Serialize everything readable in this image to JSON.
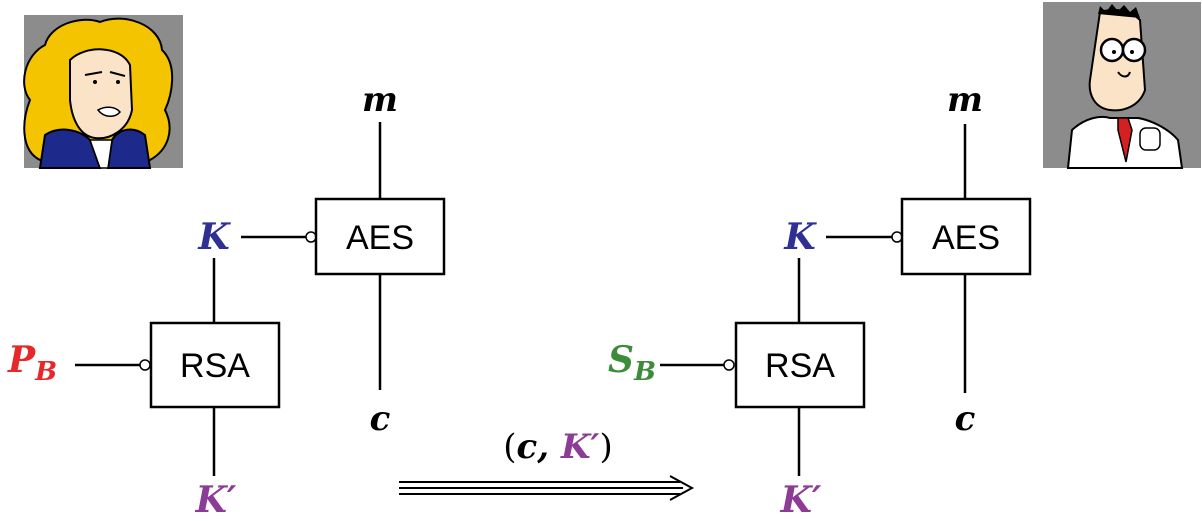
{
  "colors": {
    "K": "#2e3192",
    "P_B": "#e6282b",
    "S_B": "#3c8c3c",
    "K_prime": "#8c3c96",
    "line": "#000000",
    "portrait_bg": "#8c8c8c"
  },
  "portraits": {
    "left": "alice-portrait",
    "right": "bob-portrait"
  },
  "sender": {
    "m": "m",
    "K": "K",
    "aes_label": "AES",
    "rsa_label": "RSA",
    "P_main": "P",
    "P_sub": "B",
    "c": "c",
    "K_prime": "K′"
  },
  "receiver": {
    "m": "m",
    "K": "K",
    "aes_label": "AES",
    "rsa_label": "RSA",
    "S_main": "S",
    "S_sub": "B",
    "c": "c",
    "K_prime": "K′"
  },
  "transmission": {
    "open": "(",
    "c": "c",
    "comma": ", ",
    "K_prime": "K′",
    "close": ")"
  }
}
